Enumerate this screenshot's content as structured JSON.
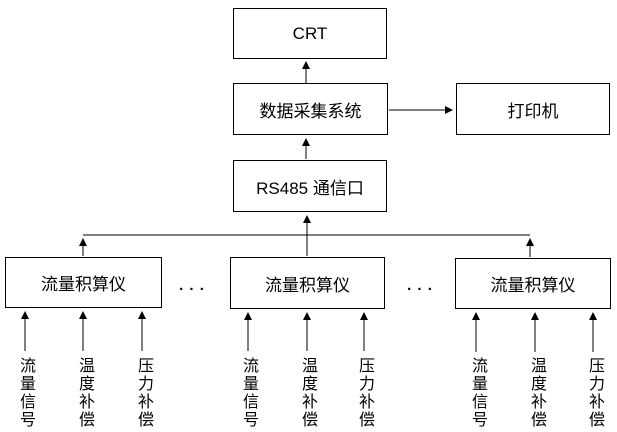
{
  "nodes": {
    "crt": "CRT",
    "daq": "数据采集系统",
    "printer": "打印机",
    "rs485": "RS485 通信口"
  },
  "groups": [
    {
      "label": "流量积算仪",
      "inputs": [
        "流量信号",
        "温度补偿",
        "压力补偿"
      ]
    },
    {
      "label": "流量积算仪",
      "inputs": [
        "流量信号",
        "温度补偿",
        "压力补偿"
      ]
    },
    {
      "label": "流量积算仪",
      "inputs": [
        "流量信号",
        "温度补偿",
        "压力补偿"
      ]
    }
  ],
  "separators": {
    "left": ". . .",
    "right": ". . ."
  },
  "colors": {
    "line": "#000000",
    "text": "#000000",
    "background": "#ffffff"
  }
}
